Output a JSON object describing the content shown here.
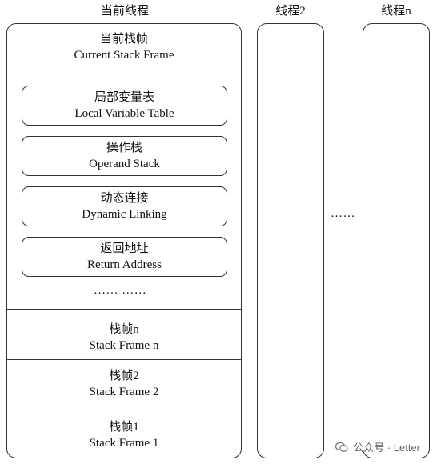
{
  "columns": {
    "current_thread": "当前线程",
    "thread2": "线程2",
    "threadn": "线程n"
  },
  "current_frame": {
    "title_cn": "当前栈帧",
    "title_en": "Current Stack Frame",
    "parts": [
      {
        "cn": "局部变量表",
        "en": "Local Variable Table"
      },
      {
        "cn": "操作栈",
        "en": "Operand Stack"
      },
      {
        "cn": "动态连接",
        "en": "Dynamic Linking"
      },
      {
        "cn": "返回地址",
        "en": "Return Address"
      }
    ],
    "ellipsis": "…… ……"
  },
  "frames": [
    {
      "cn": "栈帧n",
      "en": "Stack Frame n"
    },
    {
      "cn": "栈帧2",
      "en": "Stack Frame 2"
    },
    {
      "cn": "栈帧1",
      "en": "Stack Frame 1"
    }
  ],
  "between_threads": "……",
  "watermark": {
    "icon": "wechat-icon",
    "text": "公众号 · Letter"
  }
}
